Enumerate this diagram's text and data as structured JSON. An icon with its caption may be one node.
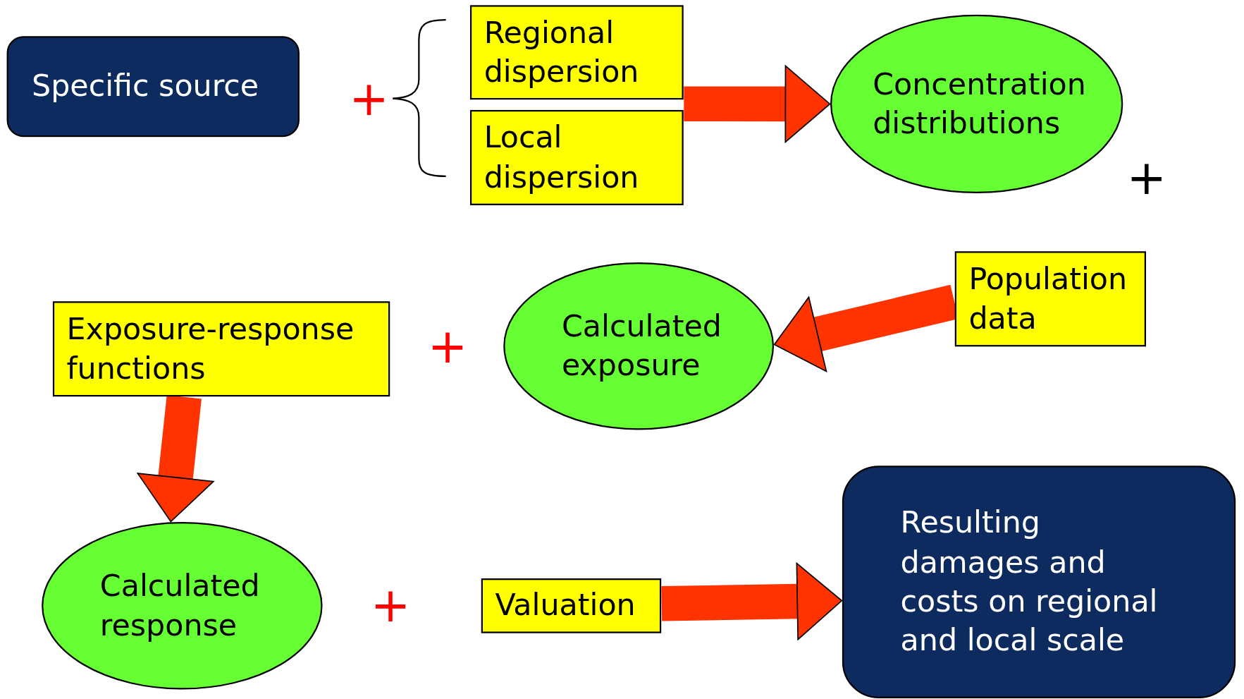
{
  "diagram": {
    "nodes": [
      {
        "text": [
          "Specific source"
        ]
      },
      {
        "text": [
          "Regional dispersion"
        ]
      },
      {
        "text": [
          "Local dispersion"
        ]
      },
      {
        "text": [
          "Concentration distributions"
        ]
      },
      {
        "text": [
          "Exposure-response functions"
        ]
      },
      {
        "text": [
          "Calculated exposure"
        ]
      },
      {
        "text": [
          "Population data"
        ]
      },
      {
        "text": [
          "Calculated response"
        ]
      },
      {
        "text": [
          "Valuation"
        ]
      },
      {
        "text": [
          "Resulting damages and costs on regional and local scale"
        ]
      }
    ],
    "edges": [
      {
        "from": 1,
        "to": 3,
        "arrow": "to"
      },
      {
        "from": 2,
        "to": 3,
        "arrow": "to"
      },
      {
        "from": 6,
        "to": 5,
        "arrow": "to"
      },
      {
        "from": 4,
        "to": 7,
        "arrow": "to"
      },
      {
        "from": 8,
        "to": 9,
        "arrow": "to"
      }
    ],
    "labels": [
      "+",
      "+",
      "+",
      "+"
    ]
  }
}
